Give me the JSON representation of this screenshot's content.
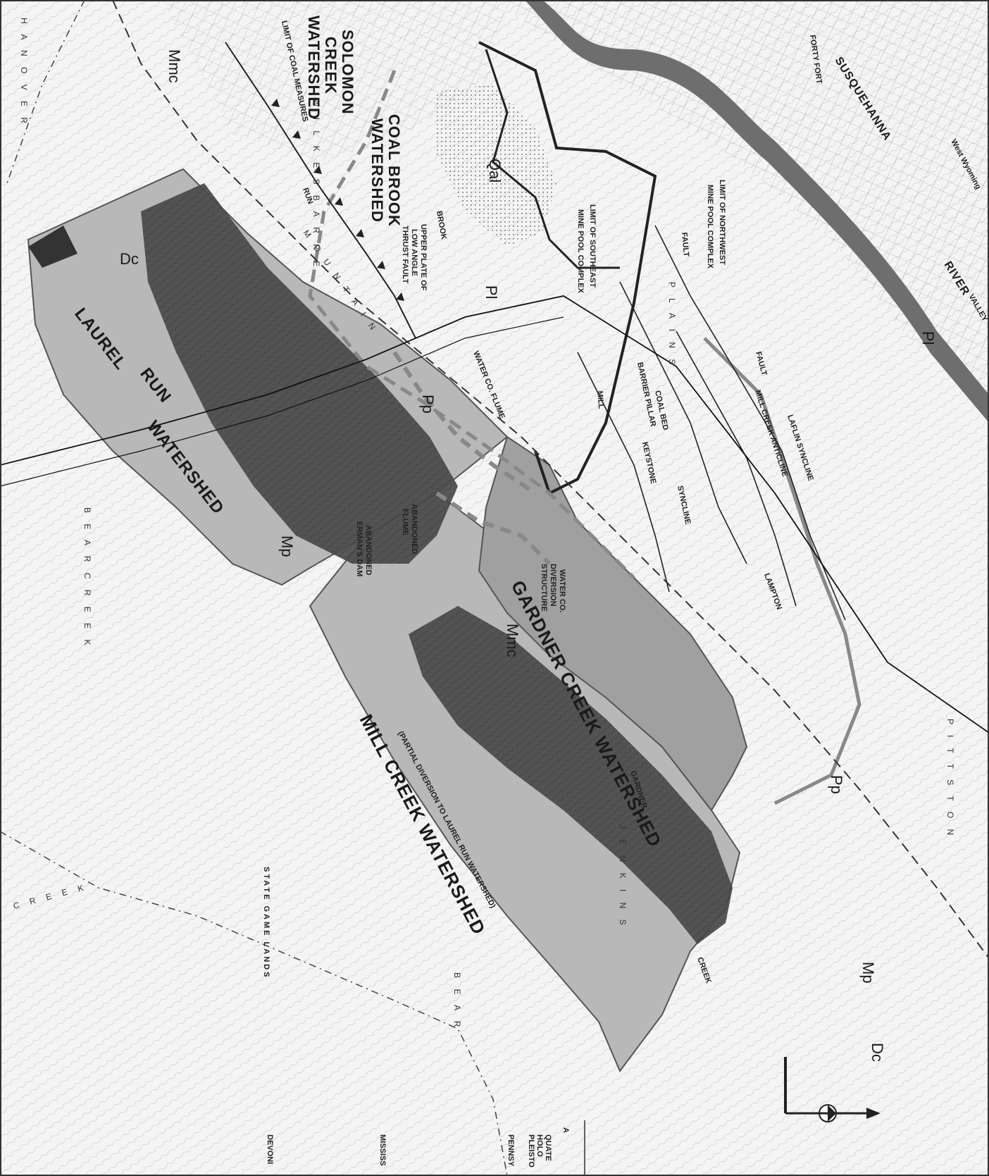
{
  "map": {
    "watersheds": {
      "laurel_run": [
        "LAUREL",
        "RUN",
        "WATERSHED"
      ],
      "mill_creek": "MILL CREEK WATERSHED",
      "mill_creek_note": "(PARTIAL DIVERSION TO LAUREL RUN WATERSHED)",
      "gardner_creek": "GARDNER CREEK WATERSHED",
      "coal_brook": [
        "COAL BROOK",
        "WATERSHED"
      ],
      "solomon_creek": [
        "SOLOMON",
        "CREEK",
        "WATERSHED"
      ]
    },
    "features": {
      "limit_coal_measures": "LIMIT OF COAL MEASURES",
      "limit_northwest": [
        "LIMIT OF NORTHWEST",
        "MINE POOL COMPLEX"
      ],
      "limit_southeast": [
        "LIMIT OF SOUTHEAST",
        "MINE POOL COMPLEX"
      ],
      "upper_plate": [
        "UPPER PLATE OF",
        "LOW ANGLE",
        "THRUST FAULT"
      ],
      "water_co_flume": "WATER CO. FLUME",
      "abandoned_flume": [
        "ABANDONED",
        "FLUME"
      ],
      "abandoned_dam": [
        "ABANDONED",
        "ERMAN'S DAM"
      ],
      "diversion": [
        "WATER CO.",
        "DIVERSION",
        "STRUCTURE"
      ],
      "barrier_pillar": "BARRIER PILLAR",
      "coal_bed": "COAL BED",
      "keystone_syncline": [
        "KEYSTONE",
        "SYNCLINE"
      ],
      "mill_creek_anticline": "MILL CREEK ANTICLINE",
      "laflin_syncline": "LAFLIN SYNCLINE",
      "fault": "FAULT",
      "susquehanna_river": "SUSQUEHANNA",
      "river": "RIVER",
      "wyoming_valley": "VALLEY",
      "west_wyoming": "West Wyoming",
      "forty_fort": "FORTY FORT",
      "creek_laurel": "RUN",
      "creek_gardner": "GARDNER",
      "creek_mill": "MILL",
      "creek_lampton": "LAMPTON",
      "creek_mill2": "CREEK",
      "brook": "BROOK"
    },
    "units": {
      "dc": "Dc",
      "mp": "Mp",
      "mmc": "Mmc",
      "pl": "Pl",
      "pp": "Pp",
      "qal": "Qal",
      "pl2": "Pl",
      "pp2": "Pp",
      "mp2": "Mp",
      "dc2": "Dc",
      "mmc2": "Mmc"
    },
    "townships": {
      "wilkes_barre": "W I L K E S   B A R R E",
      "hanover": "H A N O V E R",
      "bear_creek_1": "B E A R   C R E E K",
      "bear_creek_2": "C R E E K",
      "bear": "B E A R",
      "plains": "P L A I N S",
      "pittston": "P I T T S T O N",
      "jenkins": "J E N K I N S",
      "state_game_lands": "STATE GAME LANDS",
      "mountain": "M O U N T A I N"
    },
    "legend": {
      "header": "A",
      "quaternary": [
        "QUATE",
        "HOLO",
        "PLEISTO"
      ],
      "pennsylvanian": "PENNSY",
      "mississippian": "MISSISS",
      "devonian": "DEVONI"
    },
    "colors": {
      "light_gray": "#b8b8b8",
      "mid_gray": "#8c8c8c",
      "dark_gray": "#4a4a4a",
      "river": "#6e6e6e"
    }
  }
}
